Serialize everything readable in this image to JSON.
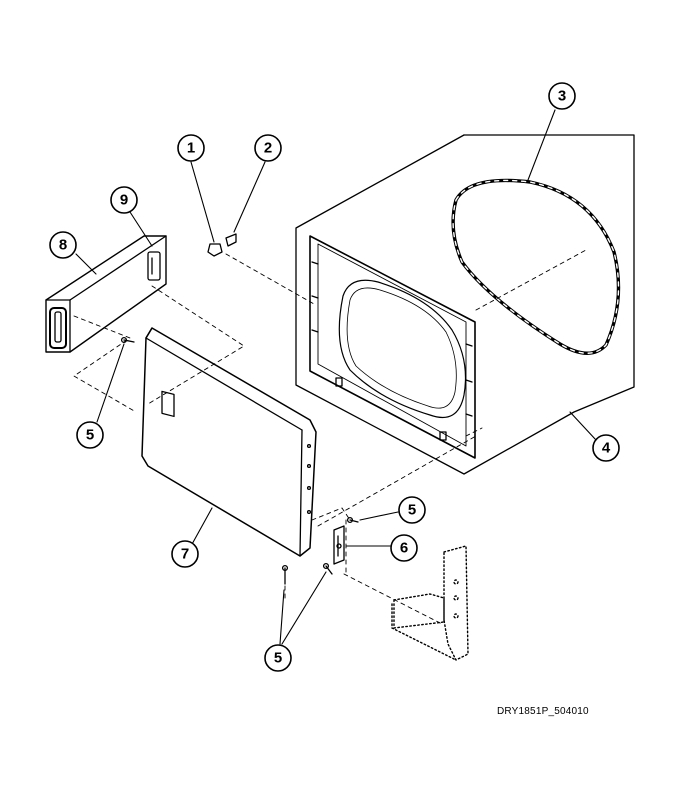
{
  "diagram": {
    "callouts": [
      "1",
      "2",
      "3",
      "4",
      "5",
      "5",
      "5",
      "5",
      "6",
      "7",
      "8",
      "9"
    ],
    "reference_code": "DRY1851P_504010"
  }
}
